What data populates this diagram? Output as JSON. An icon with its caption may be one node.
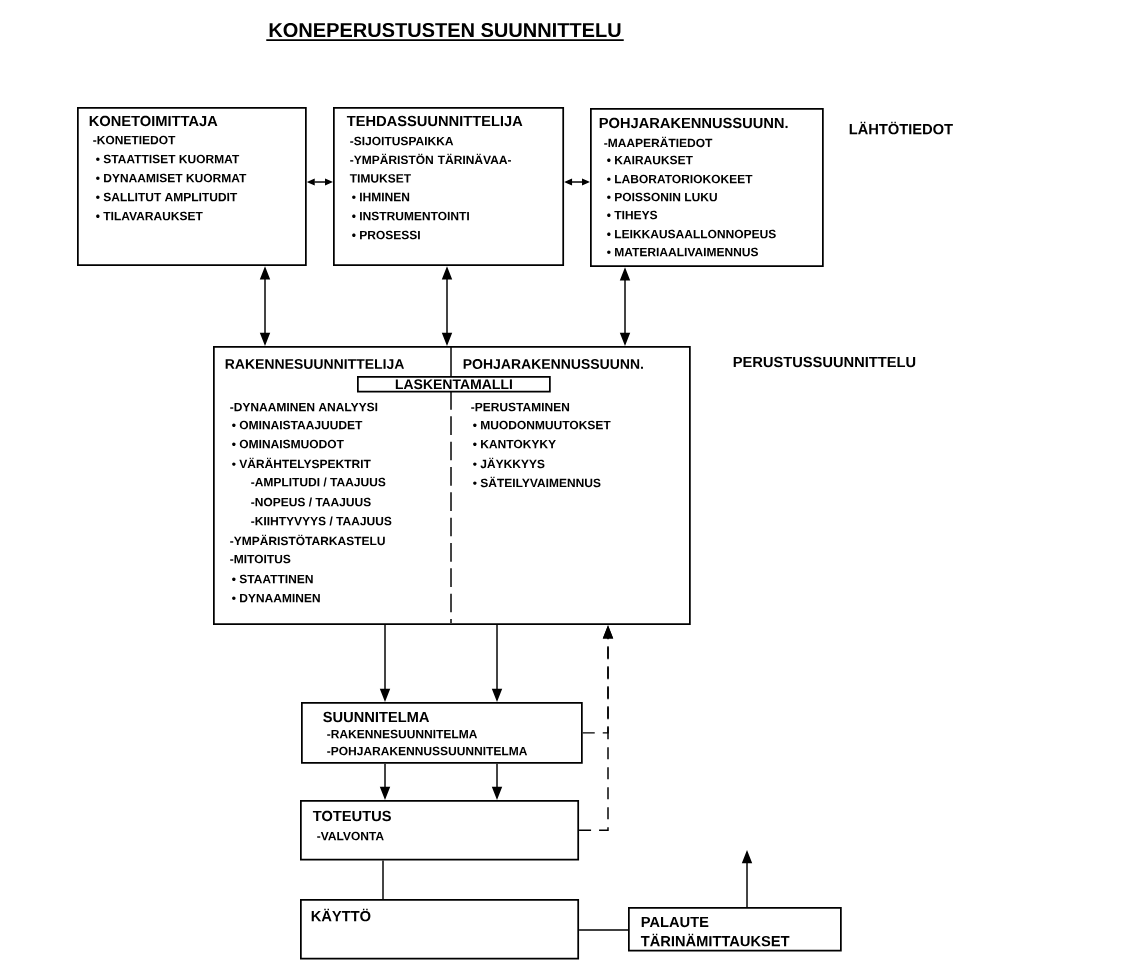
{
  "diagram": {
    "title": "KONEPERUSTUSTEN SUUNNITTELU",
    "nodes": [
      {
        "text": [
          "KONETOIMITTAJA",
          "-KONETIEDOT",
          "• STAATTISET KUORMAT",
          "• DYNAAMISET KUORMAT",
          "• SALLITUT AMPLITUDIT",
          "• TILAVARAUKSET"
        ]
      },
      {
        "text": [
          "TEHDASSUUNNITTELIJA",
          "-SIJOITUSPAIKKA",
          "-YMPÄRISTÖN TÄRINÄVAA- TIMUKSET",
          "• IHMINEN",
          "• INSTRUMENTOINTI",
          "• PROSESSI"
        ]
      },
      {
        "text": [
          "POHJARAKENNUSSUUNN.",
          "-MAAPERÄTIEDOT",
          "• KAIRAUKSET",
          "• LABORATORIOKOKEET",
          "• POISSONIN LUKU",
          "• TIHEYS",
          "• LEIKKAUSAALLONNOPEUS",
          "• MATERIAALIVAIMENNUS"
        ]
      },
      {
        "text": [
          "RAKENNESUUNNITTELIJA",
          "POHJARAKENNUSSUUNN.",
          "-DYNAAMINEN ANALYYSI",
          "• OMINAISTAAJUUDET",
          "• OMINAISMUODOT",
          "• VÄRÄHTELYSPEKTRIT",
          "-AMPLITUDI / TAAJUUS",
          "-NOPEUS / TAAJUUS",
          "-KIIHTYVYYS / TAAJUUS",
          "-YMPÄRISTÖTARKASTELU",
          "-MITOITUS",
          "• STAATTINEN",
          "• DYNAAMINEN",
          "-PERUSTAMINEN",
          "• MUODONMUUTOKSET",
          "• KANTOKYKY",
          "• JÄYKKYYS",
          "• SÄTEILYVAIMENNUS"
        ]
      },
      {
        "text": [
          "LASKENTAMALLI"
        ],
        "in": 3
      },
      {
        "text": [
          "SUUNNITELMA",
          "-RAKENNESUUNNITELMA",
          "-POHJARAKENNUSSUUNNITELMA"
        ]
      },
      {
        "text": [
          "TOTEUTUS",
          "-VALVONTA"
        ]
      },
      {
        "text": [
          "KÄYTTÖ"
        ]
      },
      {
        "text": [
          "PALAUTE",
          "TÄRINÄMITTAUKSET"
        ]
      }
    ],
    "edges": [
      {
        "from": 0,
        "to": 1,
        "arrow": "both"
      },
      {
        "from": 1,
        "to": 2,
        "arrow": "both"
      },
      {
        "from": 0,
        "to": 3,
        "arrow": "both"
      },
      {
        "from": 1,
        "to": 3,
        "arrow": "both"
      },
      {
        "from": 2,
        "to": 3,
        "arrow": "both"
      },
      {
        "from": 3,
        "to": 5,
        "arrow": "to"
      },
      {
        "from": 3,
        "to": 5,
        "arrow": "to"
      },
      {
        "from": 5,
        "to": 6,
        "arrow": "to"
      },
      {
        "from": 5,
        "to": 6,
        "arrow": "to"
      },
      {
        "from": 6,
        "to": 7,
        "arrow": "none"
      },
      {
        "from": 7,
        "to": 8,
        "arrow": "none"
      },
      {
        "from": 8,
        "to": null,
        "arrow": "to"
      },
      {
        "from": 5,
        "to": 3,
        "arrow": "to",
        "style": "dashed"
      },
      {
        "from": 6,
        "to": 3,
        "arrow": "to",
        "style": "dashed"
      }
    ],
    "labels": [
      "LÄHTÖTIEDOT",
      "PERUSTUSSUUNNITTELU"
    ]
  }
}
